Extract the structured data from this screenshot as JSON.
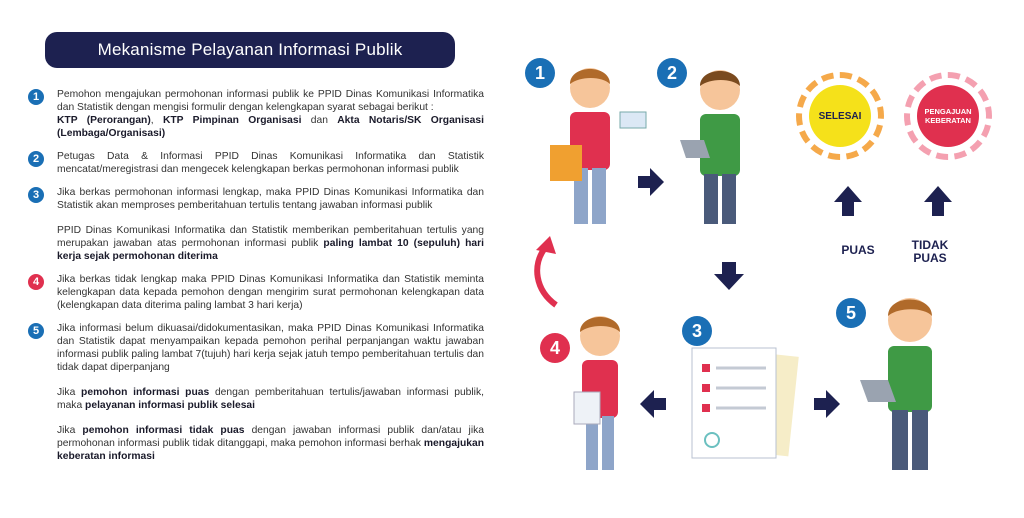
{
  "title": "Mekanisme Pelayanan Informasi Publik",
  "colors": {
    "navy": "#1d2150",
    "blue": "#1a6fb5",
    "red": "#e0304f",
    "yellow": "#f5e11a",
    "orange": "#f5a94a",
    "pink": "#f4a0b0"
  },
  "steps": [
    {
      "num": "1",
      "color": "#1a6fb5",
      "paragraphs": [
        [
          {
            "t": "Pemohon mengajukan permohonan informasi publik ke PPID Dinas Komunikasi Informatika dan Statistik dengan mengisi formulir dengan kelengkapan syarat sebagai berikut :"
          }
        ],
        [
          {
            "t": "KTP (Perorangan)",
            "b": true
          },
          {
            "t": ", "
          },
          {
            "t": "KTP Pimpinan Organisasi",
            "b": true
          },
          {
            "t": " dan "
          },
          {
            "t": "Akta Notaris/SK Organisasi (Lembaga/Organisasi)",
            "b": true
          }
        ]
      ]
    },
    {
      "num": "2",
      "color": "#1a6fb5",
      "paragraphs": [
        [
          {
            "t": "Petugas Data & Informasi PPID Dinas Komunikasi Informatika dan Statistik mencatat/meregistrasi dan mengecek kelengkapan berkas permohonan informasi publik"
          }
        ]
      ]
    },
    {
      "num": "3",
      "color": "#1a6fb5",
      "paragraphs": [
        [
          {
            "t": "Jika berkas permohonan informasi lengkap, maka PPID Dinas Komunikasi Informatika dan Statistik akan memproses pemberitahuan tertulis tentang jawaban informasi publik"
          }
        ],
        [
          {
            "t": "PPID Dinas Komunikasi Informatika dan Statistik memberikan pemberitahuan tertulis yang merupakan jawaban atas permohonan informasi publik "
          },
          {
            "t": "paling lambat 10 (sepuluh) hari kerja sejak permohonan diterima",
            "b": true
          }
        ]
      ]
    },
    {
      "num": "4",
      "color": "#e0304f",
      "paragraphs": [
        [
          {
            "t": "Jika berkas tidak lengkap maka PPID Dinas Komunikasi Informatika dan Statistik meminta kelengkapan data kepada pemohon dengan mengirim surat permohonan kelengkapan data (kelengkapan data diterima paling lambat 3 hari kerja)"
          }
        ]
      ]
    },
    {
      "num": "5",
      "color": "#1a6fb5",
      "paragraphs": [
        [
          {
            "t": "Jika informasi belum dikuasai/didokumentasikan, maka PPID Dinas Komunikasi Informatika dan Statistik dapat menyampaikan kepada pemohon perihal perpanjangan waktu jawaban informasi publik paling lambat 7(tujuh) hari kerja sejak jatuh tempo pemberitahuan tertulis dan tidak dapat diperpanjang"
          }
        ],
        [
          {
            "t": "Jika "
          },
          {
            "t": "pemohon informasi puas",
            "b": true
          },
          {
            "t": " dengan pemberitahuan tertulis/jawaban informasi publik, maka "
          },
          {
            "t": "pelayanan informasi publik selesai",
            "b": true
          }
        ],
        [
          {
            "t": "Jika "
          },
          {
            "t": "pemohon informasi tidak puas",
            "b": true
          },
          {
            "t": " dengan jawaban informasi publik dan/atau jika permohonan informasi publik tidak ditanggapi, maka pemohon informasi berhak "
          },
          {
            "t": "mengajukan keberatan informasi",
            "b": true
          }
        ]
      ]
    }
  ],
  "diagram": {
    "badges": [
      "1",
      "2",
      "3",
      "4",
      "5"
    ],
    "selesai": "SELESAI",
    "keberatan": "PENGAJUAN KEBERATAN",
    "puas": "PUAS",
    "tidak_puas": "TIDAK PUAS"
  }
}
